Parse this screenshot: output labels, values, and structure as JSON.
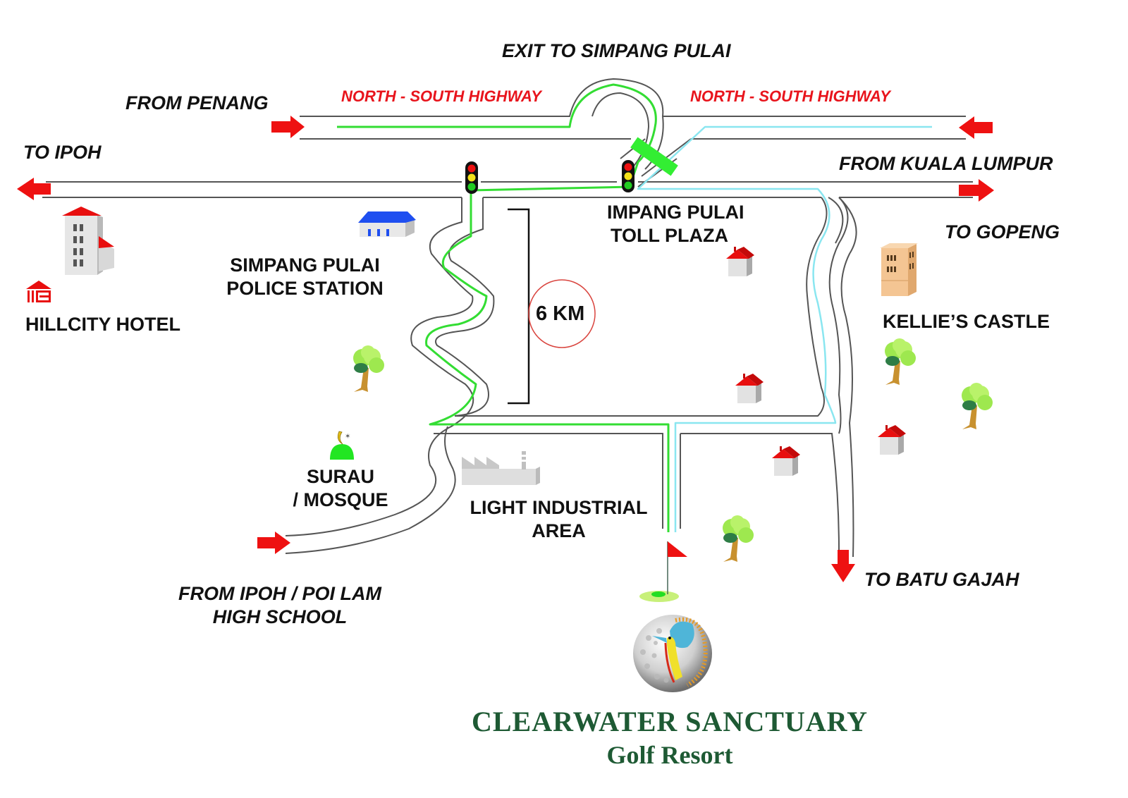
{
  "map": {
    "title": "Location map to Clearwater Sanctuary Golf Resort",
    "colors": {
      "road_outline": "#555555",
      "route_green": "#33dd33",
      "route_cyan": "#8ae6f0",
      "arrow_red": "#ee1111",
      "brand_green": "#1e5a34",
      "highway_label": "#e8141c"
    },
    "labels": {
      "exit_simpang_pulai": "EXIT TO SIMPANG PULAI",
      "from_penang": "FROM PENANG",
      "highway_left": "NORTH - SOUTH HIGHWAY",
      "highway_right": "NORTH - SOUTH HIGHWAY",
      "to_ipoh": "TO IPOH",
      "from_kuala_lumpur": "FROM KUALA LUMPUR",
      "to_gopeng": "TO GOPENG",
      "toll_plaza_line1": "IMPANG PULAI",
      "toll_plaza_line2": "TOLL PLAZA",
      "police_line1": "SIMPANG PULAI",
      "police_line2": "POLICE STATION",
      "hillcity_hotel": "HILLCITY HOTEL",
      "kellies_castle": "KELLIE’S CASTLE",
      "distance": "6 KM",
      "surau_line1": "SURAU",
      "surau_line2": "/ MOSQUE",
      "industrial_line1": "LIGHT INDUSTRIAL",
      "industrial_line2": "AREA",
      "from_ipoh_line1": "FROM IPOH / POI LAM",
      "from_ipoh_line2": "HIGH SCHOOL",
      "to_batu_gajah": "TO BATU GAJAH"
    },
    "brand": {
      "name": "CLEARWATER SANCTUARY",
      "subtitle": "Golf Resort"
    },
    "icons": [
      "traffic-light-icon",
      "toll-gate-icon",
      "hotel-building-icon",
      "hotel-logo-icon",
      "police-station-icon",
      "house-icon",
      "tree-icon",
      "mosque-icon",
      "factory-icon",
      "castle-building-icon",
      "golf-flag-icon",
      "golf-ball-logo-icon",
      "direction-arrow-icon"
    ]
  }
}
